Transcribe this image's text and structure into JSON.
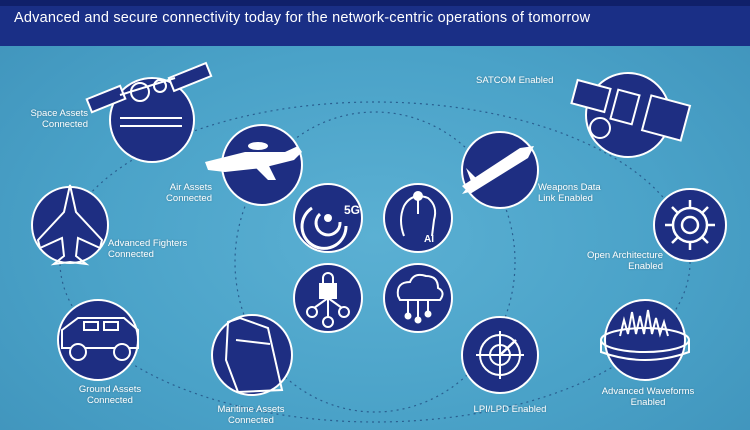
{
  "header": {
    "subtitle": "Advanced and secure connectivity today for the network-centric operations of tomorrow"
  },
  "colors": {
    "background": "#4aa2c8",
    "header": "#1a2f86",
    "node_fill": "#1e2e82",
    "node_stroke": "#ffffff",
    "text": "#ffffff"
  },
  "nodes": {
    "space": {
      "line1": "Space Assets",
      "line2": "Connected",
      "icon": "satellite-icon"
    },
    "air": {
      "line1": "Air Assets",
      "line2": "Connected",
      "icon": "aircraft-icon"
    },
    "fighters": {
      "line1": "Advanced Fighters",
      "line2": "Connected",
      "icon": "fighter-jet-icon"
    },
    "ground": {
      "line1": "Ground Assets",
      "line2": "Connected",
      "icon": "ground-vehicle-icon"
    },
    "maritime": {
      "line1": "Maritime Assets",
      "line2": "Connected",
      "icon": "ship-icon"
    },
    "satcom": {
      "line1": "SATCOM Enabled",
      "icon": "satcom-satellite-icon"
    },
    "weapons": {
      "line1": "Weapons Data",
      "line2": "Link Enabled",
      "icon": "missile-icon"
    },
    "open_arch": {
      "line1": "Open Architecture",
      "line2": "Enabled",
      "icon": "gear-icon"
    },
    "waveforms": {
      "line1": "Advanced Waveforms",
      "line2": "Enabled",
      "icon": "waveform-icon"
    },
    "lpi": {
      "line1": "LPI/LPD Enabled",
      "icon": "radar-icon"
    }
  },
  "center": {
    "fiveg": {
      "label": "5G",
      "icon": "5g-icon"
    },
    "ai": {
      "label": "AI",
      "icon": "ai-icon"
    },
    "security": {
      "icon": "lock-icon"
    },
    "cloud": {
      "icon": "cloud-icon"
    }
  }
}
